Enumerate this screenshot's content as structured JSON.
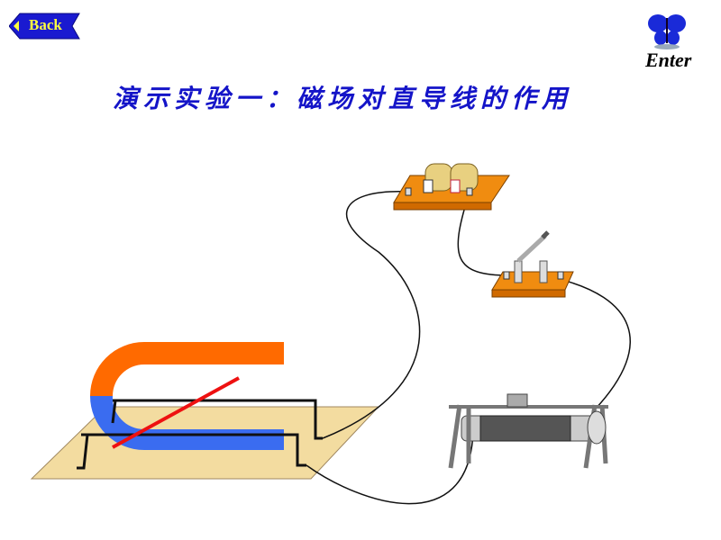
{
  "nav": {
    "back_label": "Back",
    "enter_label": "Enter"
  },
  "title": "演示实验一：磁场对直导线的作用",
  "colors": {
    "title": "#1414c8",
    "magnet_north": "#ff6a00",
    "magnet_south": "#3a6cf0",
    "rod": "#ee1111",
    "board": "#f3dca0",
    "base": "#f08c10"
  }
}
